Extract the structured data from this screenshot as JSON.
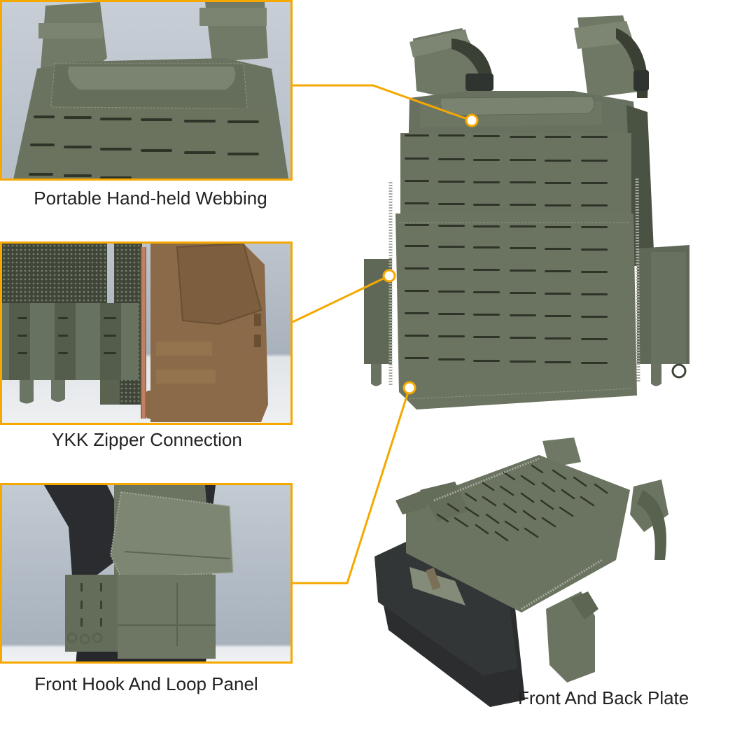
{
  "accent_color": "#f5a800",
  "panels": [
    {
      "id": "webbing",
      "caption": "Portable Hand-held Webbing"
    },
    {
      "id": "zipper",
      "caption": "YKK Zipper Connection"
    },
    {
      "id": "hook-loop",
      "caption": "Front Hook And Loop Panel"
    },
    {
      "id": "plates",
      "caption": "Front And Back Plate"
    }
  ],
  "colors": {
    "vest_green": "#6b7361",
    "vest_dark": "#545b4b",
    "coyote": "#8a6a48",
    "plate_black": "#2b2d2e",
    "backdrop": "#b8c0c8"
  }
}
